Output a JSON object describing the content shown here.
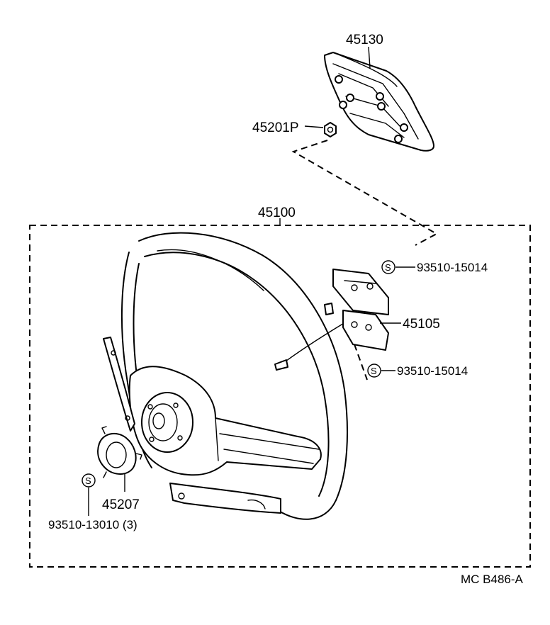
{
  "parts": {
    "horn_pad": "45130",
    "nut": "45201P",
    "steering_wheel_assy": "45100",
    "screw_upper": "93510-15014",
    "horn_contact": "45105",
    "screw_lower": "93510-15014",
    "retainer": "45207",
    "screw_retainer": "93510-13010 (3)"
  },
  "symbols": {
    "standard_part_mark": "S"
  },
  "footer": {
    "reference_code": "MC  B486-A"
  }
}
